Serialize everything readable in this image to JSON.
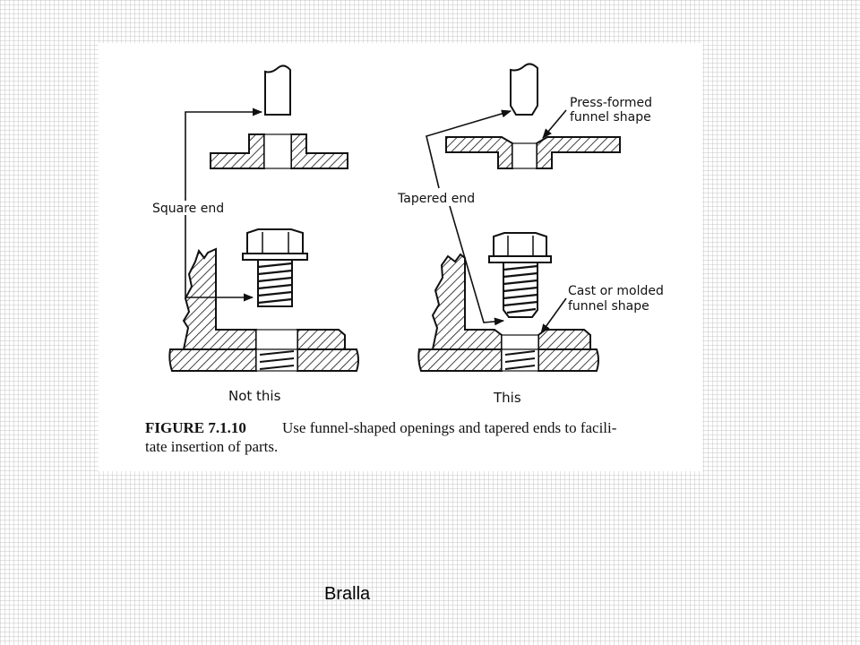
{
  "figure": {
    "left_panel": {
      "label_square_end": "Square end",
      "label_caption": "Not this"
    },
    "right_panel": {
      "label_press_formed_line1": "Press-formed",
      "label_press_formed_line2": "funnel shape",
      "label_tapered_end": "Tapered end",
      "label_cast_molded_line1": "Cast or molded",
      "label_cast_molded_line2": "funnel shape",
      "label_caption": "This"
    },
    "caption": {
      "number": "FIGURE 7.1.10",
      "line1": "Use funnel-shaped openings and tapered ends to facili-",
      "line2": "tate insertion of parts."
    }
  },
  "footer": {
    "author": "Bralla"
  }
}
